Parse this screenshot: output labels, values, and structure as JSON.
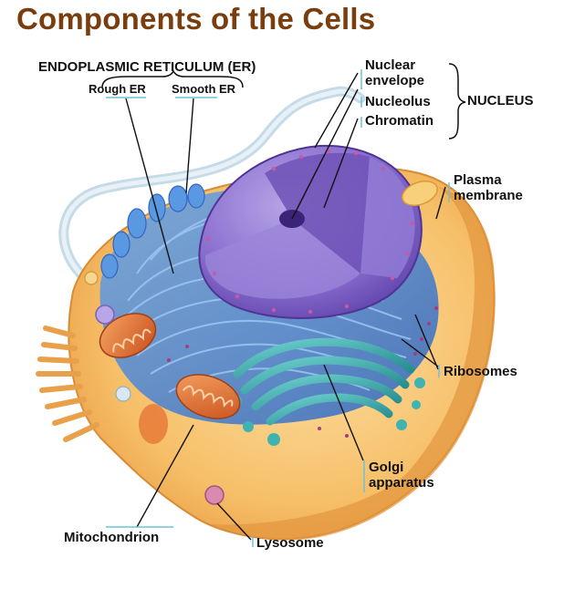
{
  "title": "Components of the Cells",
  "labels": {
    "er": "ENDOPLASMIC RETICULUM (ER)",
    "rough_er": "Rough ER",
    "smooth_er": "Smooth ER",
    "nuclear_envelope": "Nuclear\nenvelope",
    "nucleolus": "Nucleolus",
    "chromatin": "Chromatin",
    "nucleus": "NUCLEUS",
    "plasma_membrane": "Plasma\nmembrane",
    "ribosomes": "Ribosomes",
    "golgi": "Golgi\napparatus",
    "mitochondrion": "Mitochondrion",
    "lysosome": "Lysosome"
  },
  "colors": {
    "title": "#7a3d0d",
    "cytoplasm": "#f4b85c",
    "membrane": "#e8a04a",
    "er": "#3b7fd6",
    "nucleus": "#7d5fbf",
    "golgi": "#38a8a8",
    "mitochondrion": "#e2732e"
  }
}
